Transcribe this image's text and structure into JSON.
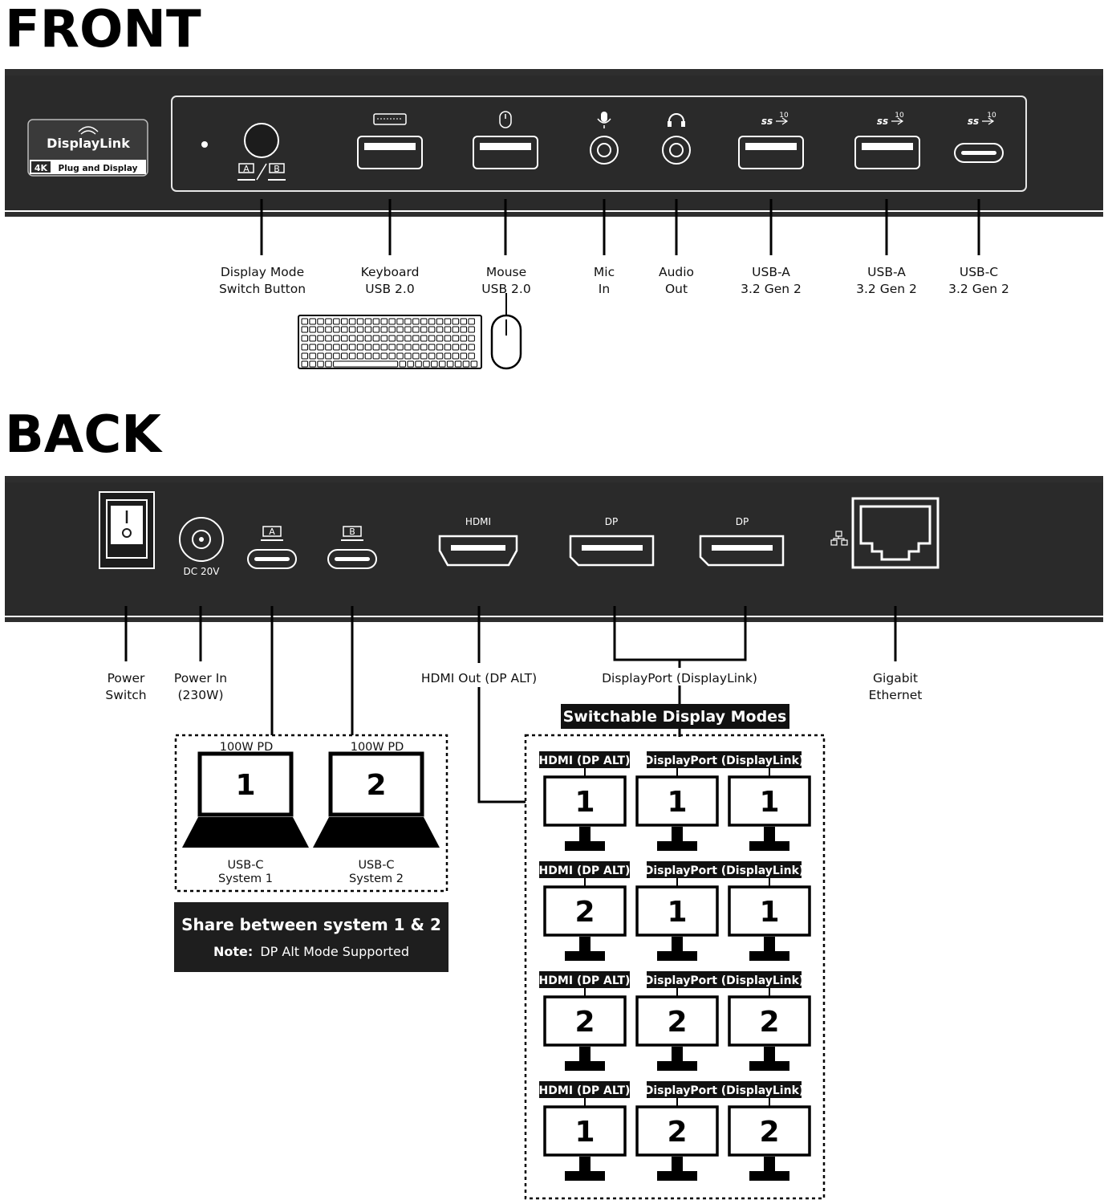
{
  "front": {
    "heading": "FRONT",
    "logo": {
      "brand": "DisplayLink",
      "badge": "4K",
      "tagline": "Plug and Display"
    },
    "switch_labels": {
      "a": "A",
      "b": "B"
    },
    "labels": [
      {
        "line1": "Display Mode",
        "line2": "Switch Button"
      },
      {
        "line1": "Keyboard",
        "line2": "USB 2.0"
      },
      {
        "line1": "Mouse",
        "line2": "USB 2.0"
      },
      {
        "line1": "Mic",
        "line2": "In"
      },
      {
        "line1": "Audio",
        "line2": "Out"
      },
      {
        "line1": "USB-A",
        "line2": "3.2 Gen 2"
      },
      {
        "line1": "USB-A",
        "line2": "3.2 Gen 2"
      },
      {
        "line1": "USB-C",
        "line2": "3.2 Gen 2"
      }
    ],
    "ss_mark": "ss",
    "ss_speed": "10"
  },
  "back": {
    "heading": "BACK",
    "port_labels": {
      "dc": "DC 20V",
      "hdmi": "HDMI",
      "dp1": "DP",
      "dp2": "DP",
      "usbc_a": "A",
      "usbc_b": "B"
    },
    "labels": {
      "power_switch": {
        "line1": "Power",
        "line2": "Switch"
      },
      "power_in": {
        "line1": "Power In",
        "line2": "(230W)"
      },
      "hdmi_out": "HDMI Out (DP ALT)",
      "displayport": "DisplayPort (DisplayLink)",
      "ethernet": {
        "line1": "Gigabit",
        "line2": "Ethernet"
      }
    },
    "systems": [
      {
        "pd": "100W PD",
        "number": "1",
        "line1": "USB-C",
        "line2": "System 1"
      },
      {
        "pd": "100W PD",
        "number": "2",
        "line1": "USB-C",
        "line2": "System 2"
      }
    ],
    "share_box": {
      "title": "Share between system 1 & 2",
      "note_bold": "Note:",
      "note_text": "DP Alt Mode Supported"
    },
    "modes_title": "Switchable Display Modes",
    "mode_tag_hdmi": "HDMI (DP ALT)",
    "mode_tag_dp": "DisplayPort (DisplayLink)",
    "modes": [
      [
        "1",
        "1",
        "1"
      ],
      [
        "2",
        "1",
        "1"
      ],
      [
        "2",
        "2",
        "2"
      ],
      [
        "1",
        "2",
        "2"
      ]
    ]
  }
}
